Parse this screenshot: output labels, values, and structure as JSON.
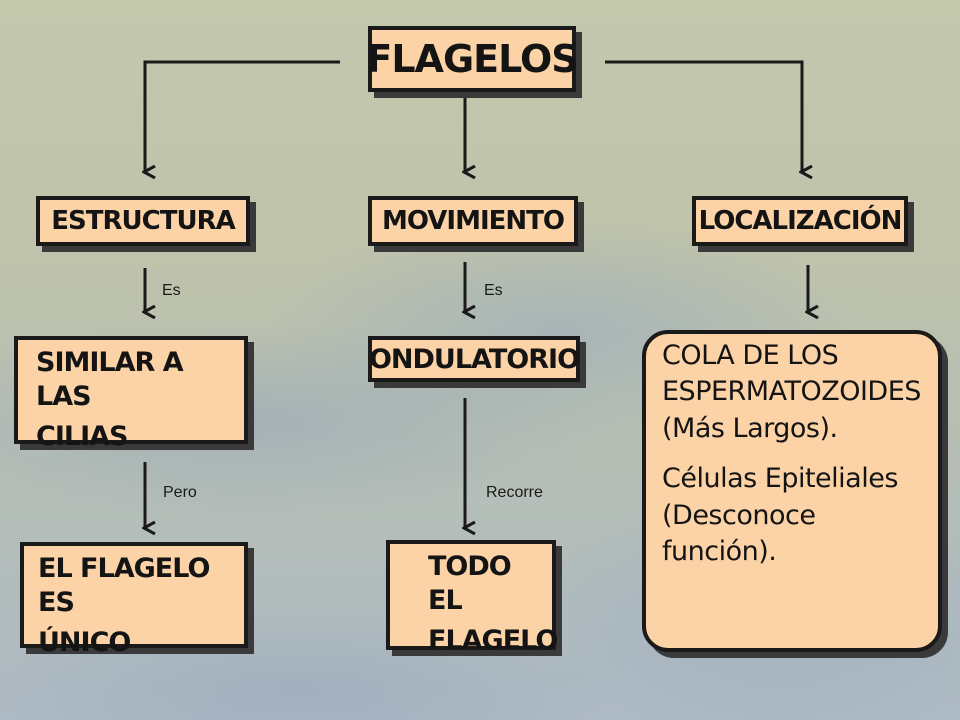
{
  "diagram": {
    "root": {
      "label": "FLAGELOS"
    },
    "branches": [
      {
        "category": "ESTRUCTURA",
        "connector1": "Es",
        "node2": [
          "SIMILAR A LAS",
          "CILIAS"
        ],
        "connector2": "Pero",
        "node3": [
          "EL FLAGELO ES",
          "ÚNICO"
        ]
      },
      {
        "category": "MOVIMIENTO",
        "connector1": "Es",
        "node2": [
          "ONDULATORIO"
        ],
        "connector2": "Recorre",
        "node3": [
          "TODO EL",
          "FLAGELO"
        ]
      },
      {
        "category": "LOCALIZACIÓN",
        "detail_lines_1": [
          "COLA DE LOS",
          "ESPERMATOZOIDES",
          "(Más Largos)."
        ],
        "detail_lines_2": [
          "Células Epiteliales",
          "(Desconoce",
          "función)."
        ]
      }
    ]
  },
  "colors": {
    "box_fill": "#fcd3a6",
    "box_border": "#1a1a1a",
    "shadow": "#3a3a3a",
    "line": "#1a1a1a"
  }
}
